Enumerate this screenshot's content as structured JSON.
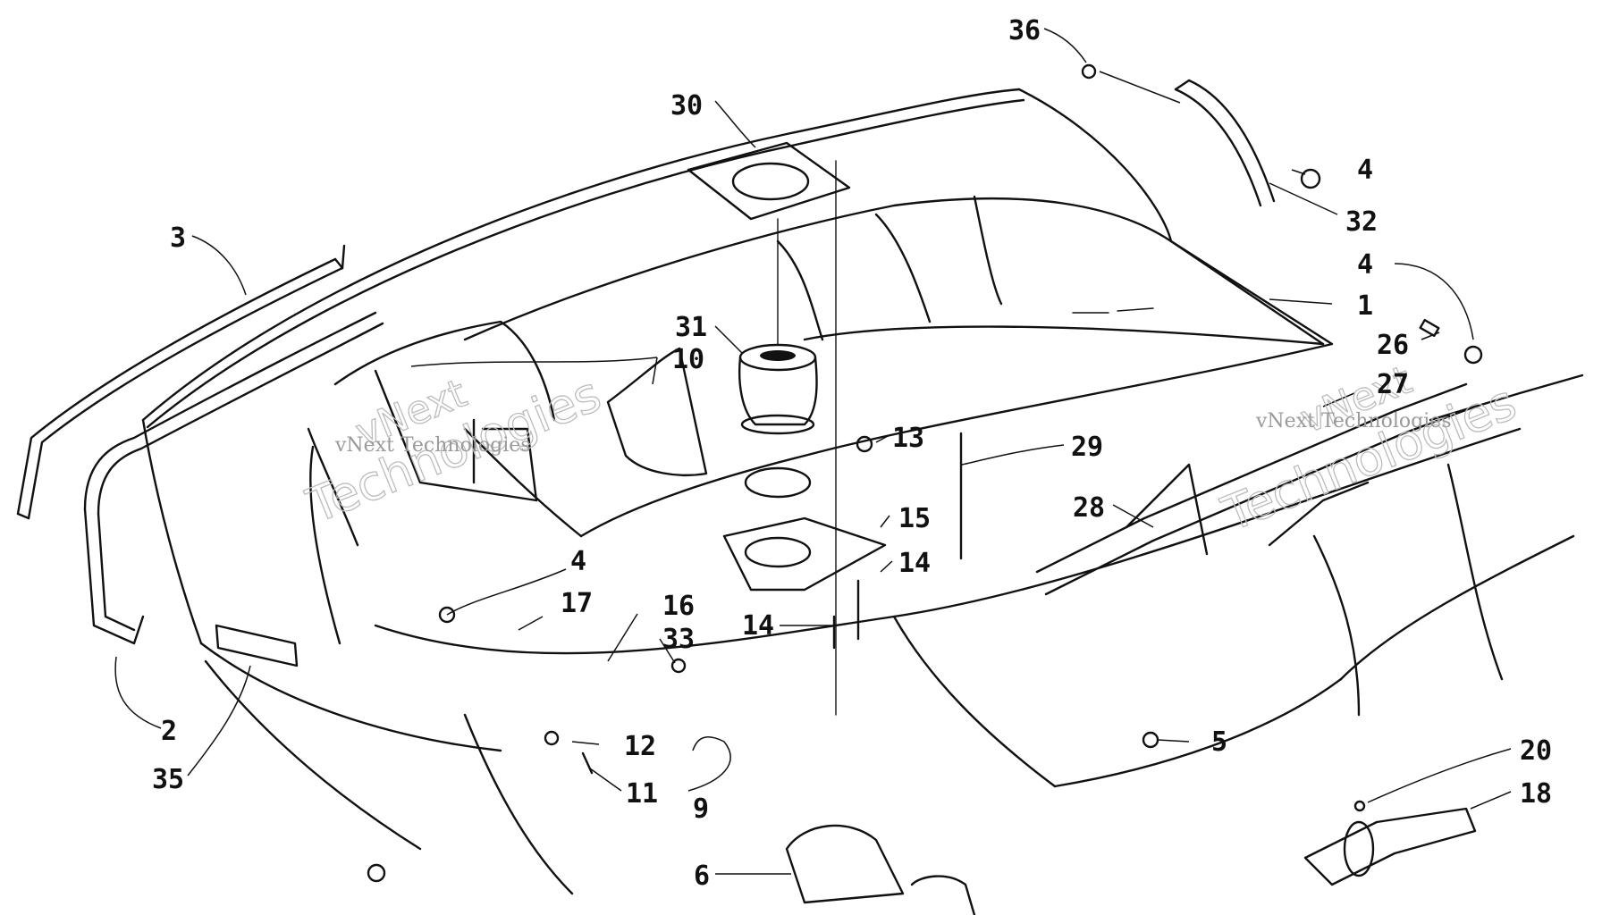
{
  "diagram": {
    "part_labels": [
      {
        "id": "lbl-36",
        "text": "36"
      },
      {
        "id": "lbl-30",
        "text": "30"
      },
      {
        "id": "lbl-4a",
        "text": "4"
      },
      {
        "id": "lbl-32",
        "text": "32"
      },
      {
        "id": "lbl-3",
        "text": "3"
      },
      {
        "id": "lbl-4b",
        "text": "4"
      },
      {
        "id": "lbl-1",
        "text": "1"
      },
      {
        "id": "lbl-31",
        "text": "31"
      },
      {
        "id": "lbl-26",
        "text": "26"
      },
      {
        "id": "lbl-10",
        "text": "10"
      },
      {
        "id": "lbl-27",
        "text": "27"
      },
      {
        "id": "lbl-13",
        "text": "13"
      },
      {
        "id": "lbl-29",
        "text": "29"
      },
      {
        "id": "lbl-28",
        "text": "28"
      },
      {
        "id": "lbl-15",
        "text": "15"
      },
      {
        "id": "lbl-4c",
        "text": "4"
      },
      {
        "id": "lbl-14a",
        "text": "14"
      },
      {
        "id": "lbl-17",
        "text": "17"
      },
      {
        "id": "lbl-16",
        "text": "16"
      },
      {
        "id": "lbl-14b",
        "text": "14"
      },
      {
        "id": "lbl-33",
        "text": "33"
      },
      {
        "id": "lbl-2",
        "text": "2"
      },
      {
        "id": "lbl-12",
        "text": "12"
      },
      {
        "id": "lbl-5",
        "text": "5"
      },
      {
        "id": "lbl-35",
        "text": "35"
      },
      {
        "id": "lbl-20",
        "text": "20"
      },
      {
        "id": "lbl-11",
        "text": "11"
      },
      {
        "id": "lbl-9",
        "text": "9"
      },
      {
        "id": "lbl-18",
        "text": "18"
      },
      {
        "id": "lbl-6",
        "text": "6"
      }
    ],
    "watermarks": [
      {
        "id": "wm-left-1",
        "text": "vNext"
      },
      {
        "id": "wm-left-2",
        "text": "Technologies"
      },
      {
        "id": "wm-left-3",
        "text": "vNext Technologies"
      },
      {
        "id": "wm-right-1",
        "text": "vNext"
      },
      {
        "id": "wm-right-2",
        "text": "Technologies"
      },
      {
        "id": "wm-right-3",
        "text": "vNext Technologies"
      }
    ]
  }
}
